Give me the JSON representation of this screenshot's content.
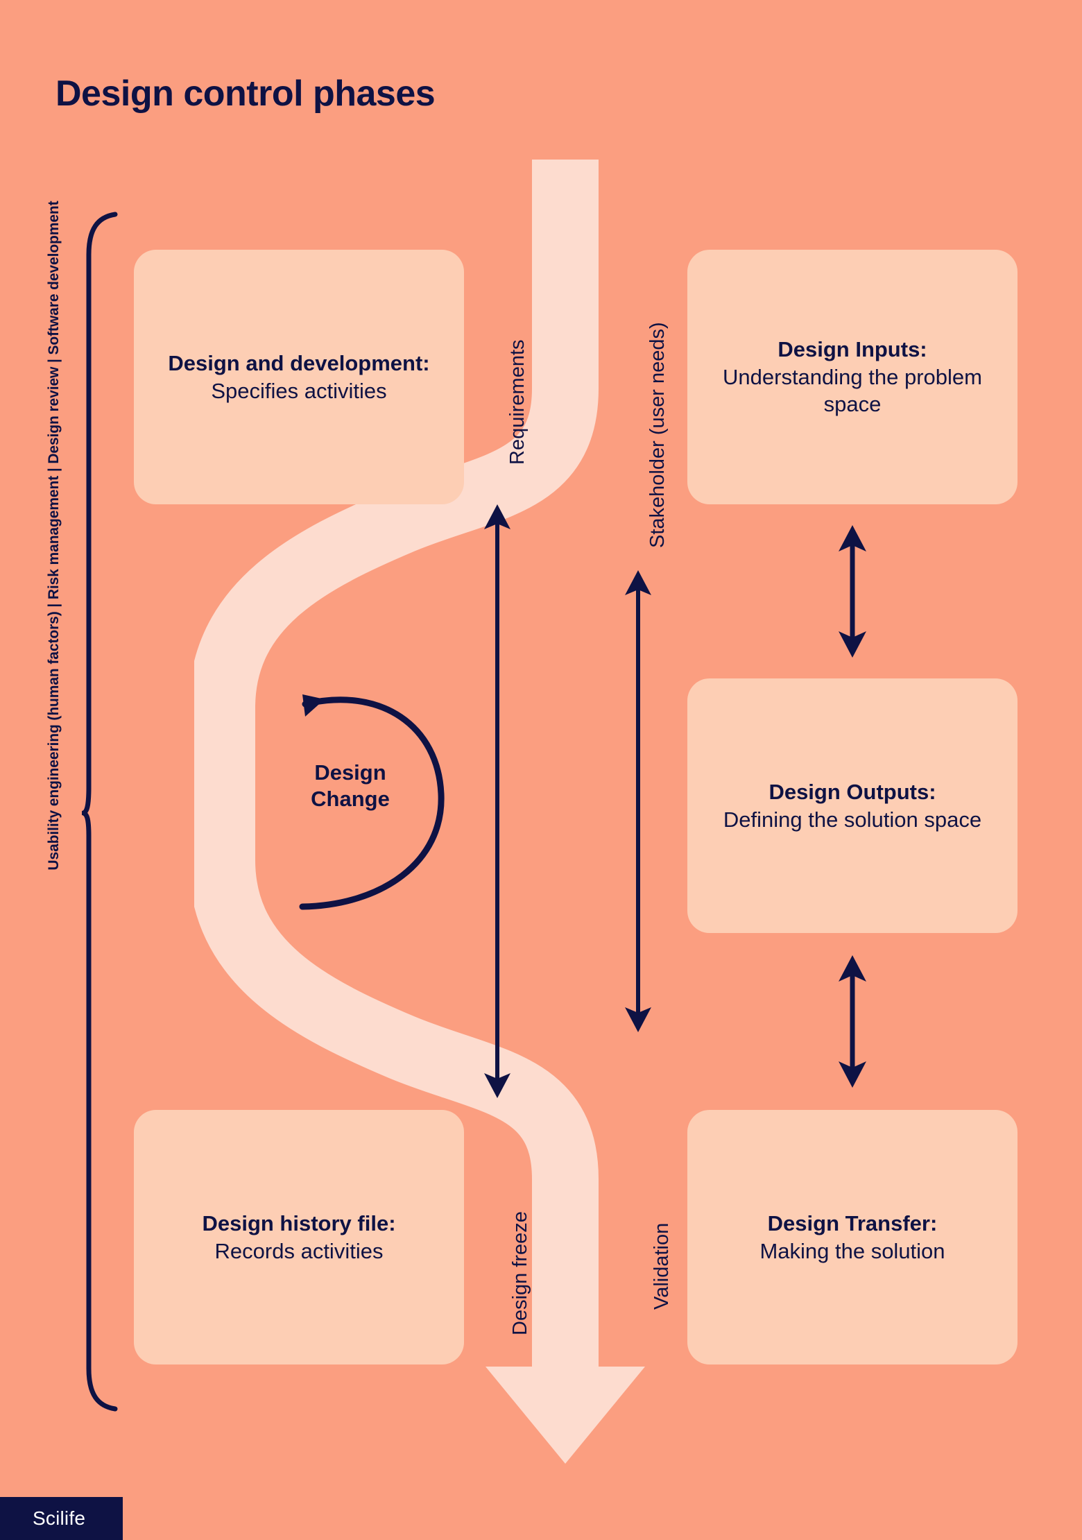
{
  "page": {
    "title": "Design control phases",
    "background_color": "#FB9E80",
    "card_color": "#FDCEB4",
    "ribbon_color": "#FDDCCF",
    "ink_color": "#0E1244"
  },
  "scope": {
    "label": "Usability engineering (human factors) | Risk management | Design review | Software development"
  },
  "cards": {
    "development": {
      "title": "Design and development:",
      "subtitle": "Specifies activities"
    },
    "design_history_file": {
      "title": "Design history file:",
      "subtitle": "Records activities"
    },
    "design_inputs": {
      "title": "Design Inputs:",
      "subtitle": "Understanding the problem space"
    },
    "design_outputs": {
      "title": "Design Outputs:",
      "subtitle": "Defining the solution space"
    },
    "design_transfer": {
      "title": "Design Transfer:",
      "subtitle": "Making the solution"
    }
  },
  "flow_labels": {
    "requirements": "Requirements",
    "stakeholder": "Stakeholder (user needs)",
    "design_freeze": "Design freeze",
    "validation": "Validation"
  },
  "annotation": {
    "design_change_line1": "Design",
    "design_change_line2": "Change"
  },
  "footer": {
    "brand": "Scilife"
  }
}
